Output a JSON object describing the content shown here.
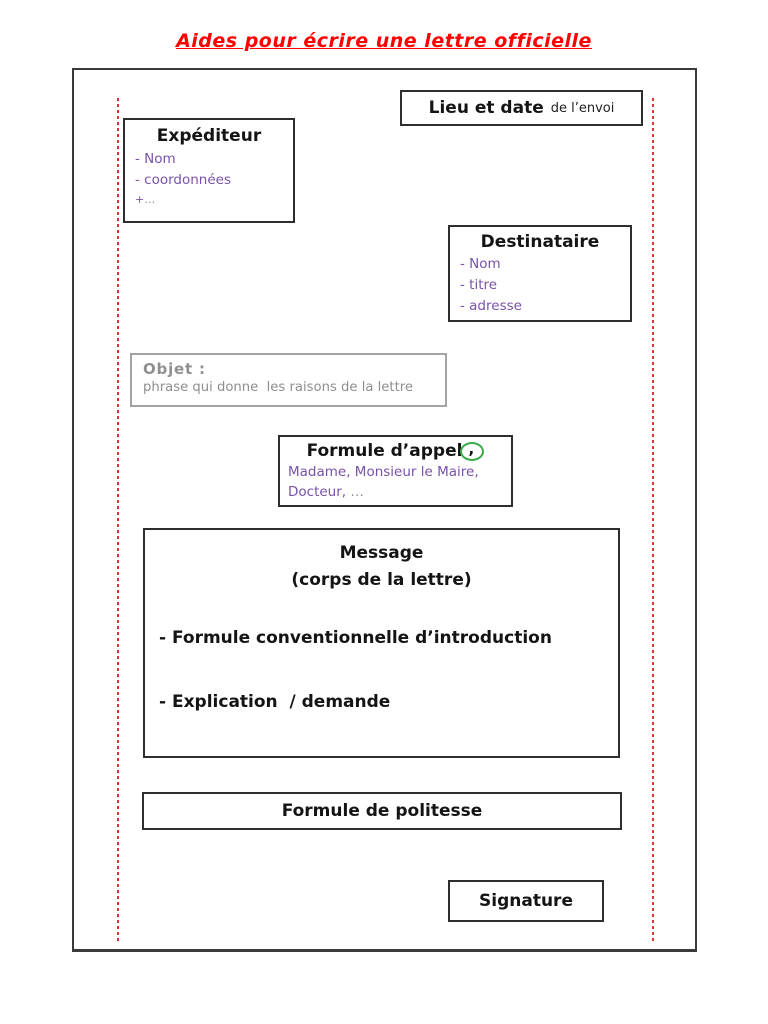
{
  "title": {
    "text": "Aides pour écrire une lettre officielle",
    "color": "#fe0000"
  },
  "colors": {
    "title_red": "#fe0000",
    "accent_purple": "#7a52a8",
    "muted_gray": "#8f8f8f",
    "circle_green": "#3bab4b",
    "margin_guide_red": "#e23434",
    "frame_border": "#3a3a3a"
  },
  "boxes": {
    "lieu_date": {
      "label": "Lieu et date",
      "suffix": "de l’envoi"
    },
    "expediteur": {
      "title": "Expéditeur",
      "items": [
        "- Nom",
        "- coordonnées"
      ],
      "plus": "+",
      "plus_dots": "…"
    },
    "destinataire": {
      "title": "Destinataire",
      "items": [
        "- Nom",
        "- titre",
        "- adresse"
      ]
    },
    "objet": {
      "label": "Objet :",
      "description": "phrase qui donne  les raisons de la lettre"
    },
    "formule_appel": {
      "title": "Formule d’appel",
      "circled_char": ",",
      "line1": "Madame, Monsieur le Maire,",
      "line2": "Docteur, ",
      "line2_dots": "…"
    },
    "message": {
      "title": "Message",
      "subtitle": "(corps de la lettre)",
      "items": [
        "- Formule conventionnelle d’introduction",
        "- Explication  / demande"
      ]
    },
    "politesse": {
      "label": "Formule de politesse"
    },
    "signature": {
      "label": "Signature"
    }
  }
}
